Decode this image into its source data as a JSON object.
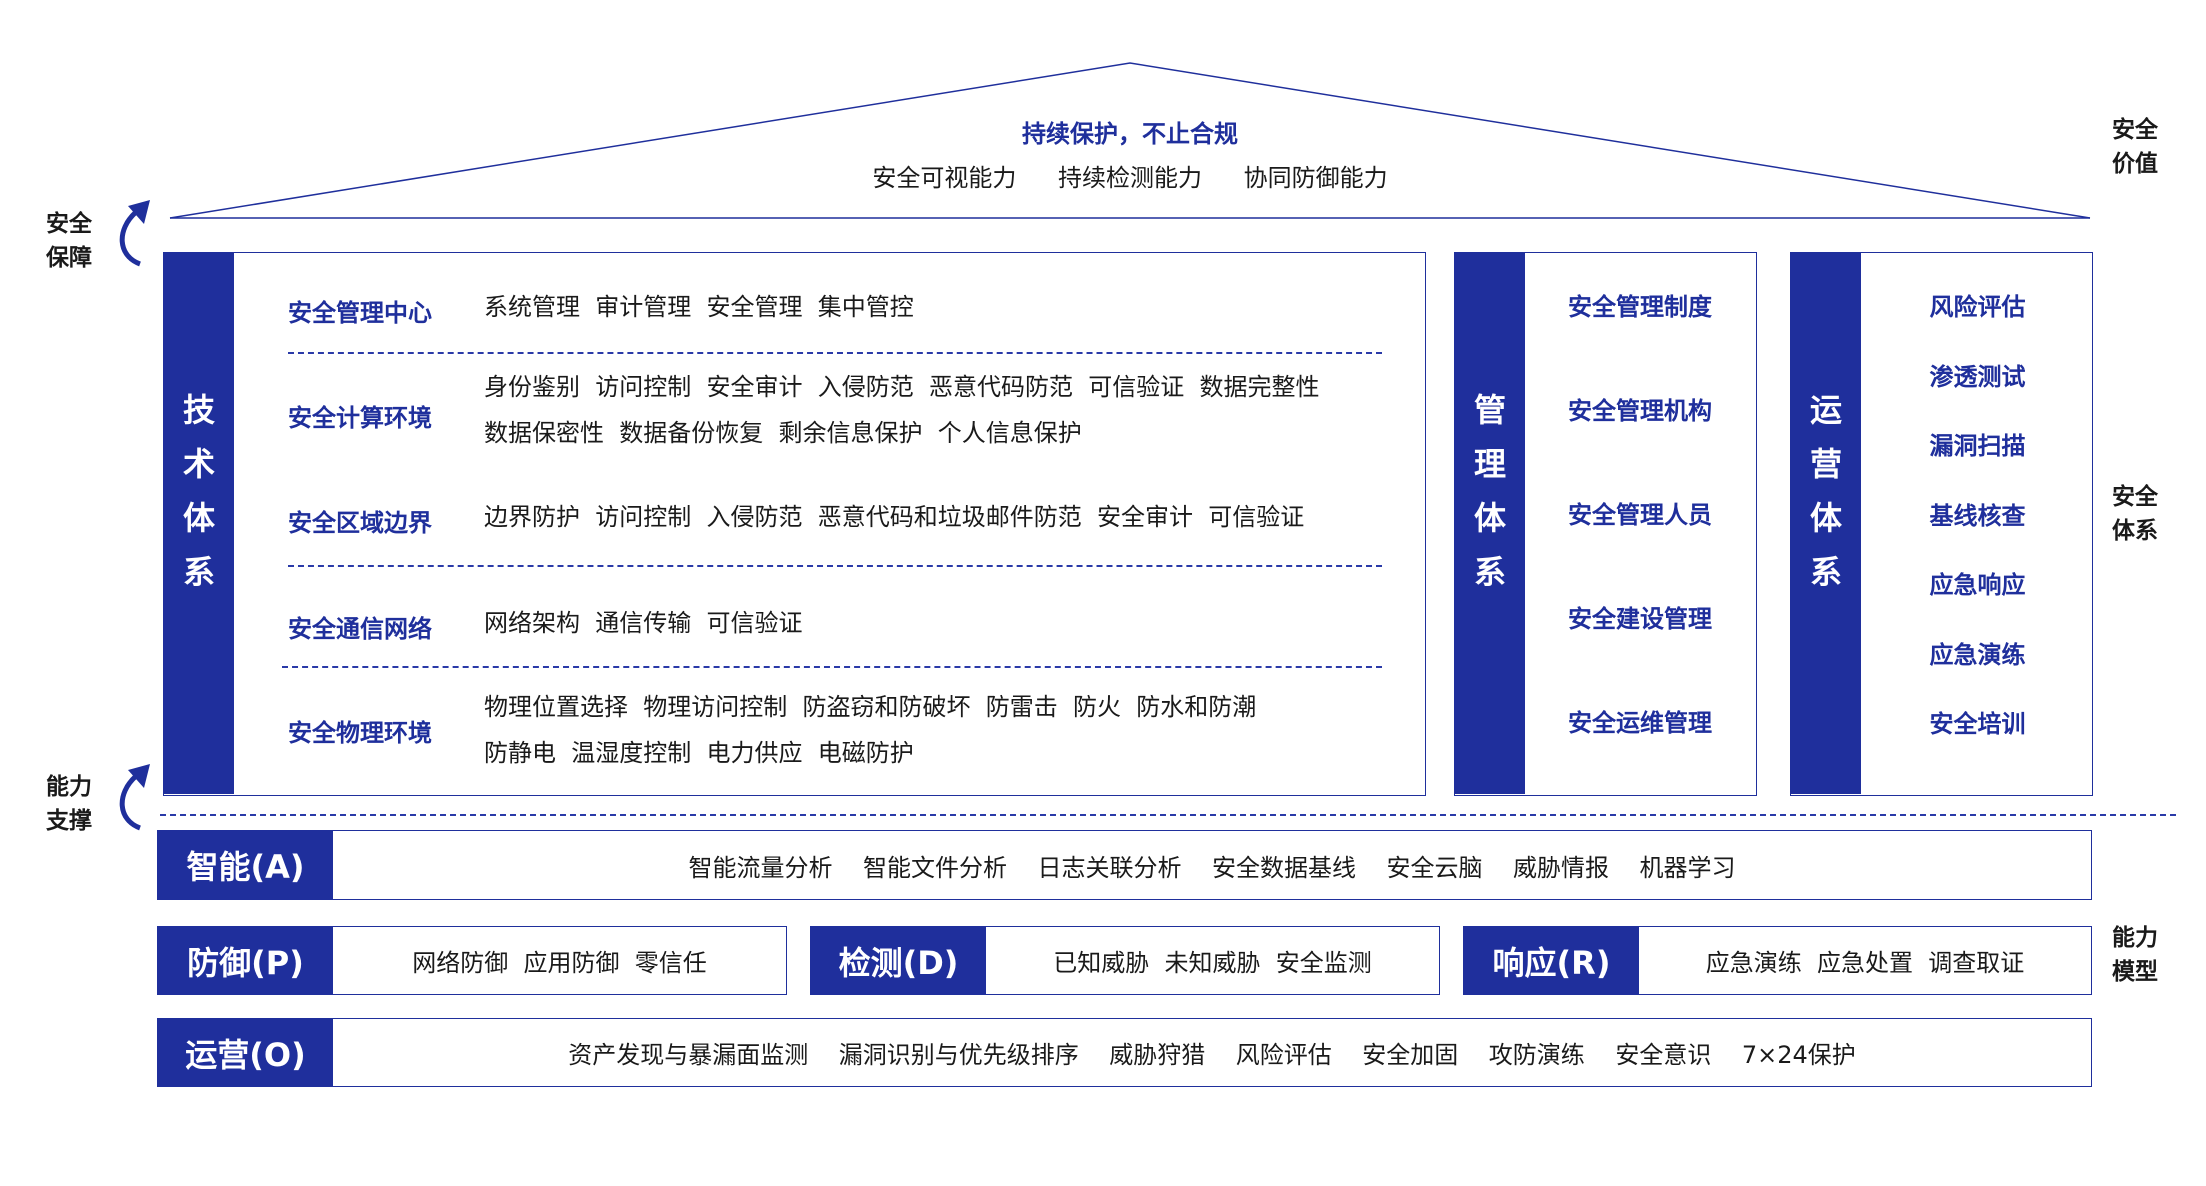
{
  "roof": {
    "title": "持续保护，不止合规",
    "subtitle": "安全可视能力  持续检测能力  协同防御能力"
  },
  "side_labels": {
    "security_guarantee": [
      "安全",
      "保障"
    ],
    "capability_support": [
      "能力",
      "支撑"
    ],
    "security_value": [
      "安全",
      "价值"
    ],
    "security_system": [
      "安全",
      "体系"
    ],
    "capability_model": [
      "能力",
      "模型"
    ]
  },
  "tech_system": {
    "label": [
      "技",
      "术",
      "体",
      "系"
    ],
    "rows": [
      {
        "title": "安全管理中心",
        "lines": [
          "系统管理  审计管理  安全管理  集中管控"
        ]
      },
      {
        "title": "安全计算环境",
        "lines": [
          "身份鉴别  访问控制  安全审计  入侵防范  恶意代码防范  可信验证  数据完整性",
          "数据保密性  数据备份恢复  剩余信息保护  个人信息保护"
        ]
      },
      {
        "title": "安全区域边界",
        "lines": [
          "边界防护  访问控制  入侵防范  恶意代码和垃圾邮件防范  安全审计  可信验证"
        ]
      },
      {
        "title": "安全通信网络",
        "lines": [
          "网络架构  通信传输  可信验证"
        ]
      },
      {
        "title": "安全物理环境",
        "lines": [
          "物理位置选择  物理访问控制  防盗窃和防破坏  防雷击  防火  防水和防潮",
          "防静电  温湿度控制  电力供应  电磁防护"
        ]
      }
    ]
  },
  "mgmt_system": {
    "label": [
      "管",
      "理",
      "体",
      "系"
    ],
    "items": [
      "安全管理制度",
      "安全管理机构",
      "安全管理人员",
      "安全建设管理",
      "安全运维管理"
    ]
  },
  "ops_system": {
    "label": [
      "运",
      "营",
      "体",
      "系"
    ],
    "items": [
      "风险评估",
      "渗透测试",
      "漏洞扫描",
      "基线核查",
      "应急响应",
      "应急演练",
      "安全培训"
    ]
  },
  "capabilities": {
    "intelligence": {
      "tag": "智能(A)",
      "text": "智能流量分析    智能文件分析    日志关联分析    安全数据基线    安全云脑    威胁情报    机器学习"
    },
    "defense": {
      "tag": "防御(P)",
      "text": "网络防御  应用防御  零信任"
    },
    "detection": {
      "tag": "检测(D)",
      "text": "已知威胁  未知威胁  安全监测"
    },
    "response": {
      "tag": "响应(R)",
      "text": "应急演练  应急处置  调查取证"
    },
    "operation": {
      "tag": "运营(O)",
      "text": "资产发现与暴漏面监测    漏洞识别与优先级排序    威胁狩猎    风险评估    安全加固    攻防演练    安全意识    7×24保护"
    }
  },
  "colors": {
    "navy": "#1f2f9c",
    "text": "#1a1a1a",
    "border": "#1f2f9c"
  }
}
